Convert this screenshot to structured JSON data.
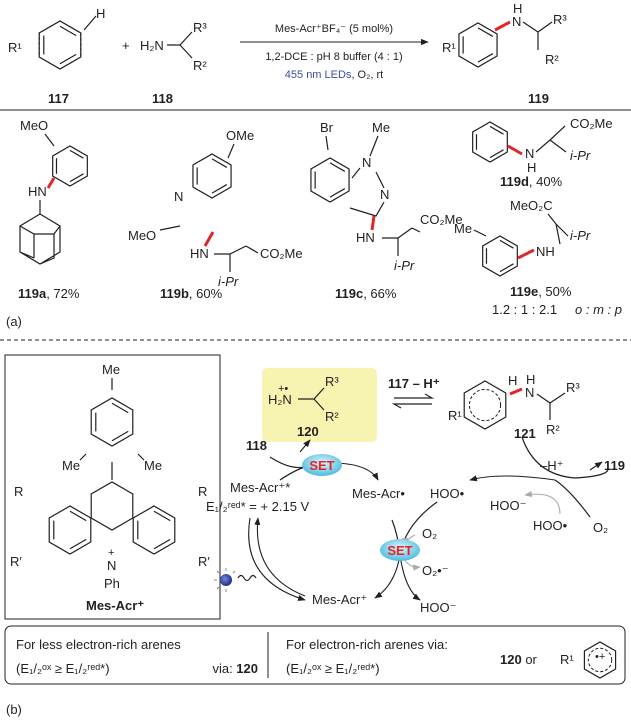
{
  "scheme": {
    "reactant_arene": {
      "label": "117",
      "r1": "R¹",
      "h": "H"
    },
    "plus": "+",
    "reactant_amine": {
      "label": "118",
      "h2n": "H₂N",
      "r3": "R³",
      "r2": "R²"
    },
    "conditions": {
      "catalyst": "Mes-Acr⁺BF₄⁻ (5 mol%)",
      "solvent": "1,2-DCE : pH 8 buffer (4 : 1)",
      "light_led": "455 nm LEDs",
      "light_rest": ", O₂, rt"
    },
    "product": {
      "label": "119",
      "r1": "R¹",
      "nh_n": "N",
      "nh_h": "H",
      "r3": "R³",
      "r2": "R²"
    }
  },
  "examples": [
    {
      "id": "119a",
      "yield": ", 72%",
      "groups": [
        "MeO",
        "HN"
      ]
    },
    {
      "id": "119b",
      "yield": ", 60%",
      "groups": [
        "OMe",
        "N",
        "MeO",
        "HN",
        "CO₂Me",
        "i-Pr"
      ]
    },
    {
      "id": "119c",
      "yield": ", 66%",
      "groups": [
        "Br",
        "N",
        "Me",
        "N",
        "HN",
        "CO₂Me",
        "i-Pr"
      ]
    },
    {
      "id": "119d",
      "yield": ", 40%",
      "groups": [
        "CO₂Me",
        "N",
        "H",
        "i-Pr"
      ]
    },
    {
      "id": "119e",
      "yield": ", 50%",
      "groups": [
        "Me",
        "MeO₂C",
        "NH",
        "i-Pr"
      ],
      "ratio": "1.2 : 1 : 2.1",
      "ratio_labels": "o : m : p"
    }
  ],
  "part_a": "(a)",
  "part_b": "(b)",
  "catalyst_box": {
    "label": "Mes-Acr⁺",
    "me": "Me",
    "r": "R",
    "r_prime": "R′",
    "n_plus": "N",
    "plus": "+",
    "ph": "Ph"
  },
  "mechanism": {
    "radical_cation": {
      "label": "120",
      "h2n": "H₂N",
      "charge": "+•",
      "r3": "R³",
      "r2": "R²"
    },
    "equilibrium_label": "117 – H⁺",
    "intermediate": {
      "label": "121",
      "r1": "R¹",
      "h": "H",
      "n": "N",
      "nh": "H",
      "r3": "R³",
      "r2": "R²"
    },
    "amine": "118",
    "set": "SET",
    "excited_cat": "Mes-Acr⁺*",
    "potential": "E₁/₂ʳᵉᵈ* = + 2.15 V",
    "reduced_cat": "Mes-Acr•",
    "hoo_radical": "HOO•",
    "minus_h": "–H⁺",
    "product": "119",
    "hoo_anion": "HOO⁻",
    "hoo_radical_2": "HOO•",
    "o2": "O₂",
    "set2": "SET",
    "o2_in": "O₂",
    "superoxide": "O₂•⁻",
    "ground_cat": "Mes-Acr⁺",
    "hoo_anion_2": "HOO⁻"
  },
  "summary": {
    "left_title": "For less electron-rich arenes",
    "left_condition": "(E₁/₂ᵒˣ ≥ E₁/₂ʳᵉᵈ*)",
    "left_via": "via: ",
    "left_via_id": "120",
    "right_title": "For electron-rich arenes via:",
    "right_condition": "(E₁/₂ᵒˣ ≥ E₁/₂ʳᵉᵈ*)",
    "right_id": "120",
    "right_or": " or ",
    "right_r1": "R¹",
    "right_charge": "•+"
  },
  "colors": {
    "accent_red": "#e0262a",
    "led_blue": "#3a4fa0",
    "highlight": "#f7f3b0",
    "set_ellipse": "#7fd0ea"
  }
}
